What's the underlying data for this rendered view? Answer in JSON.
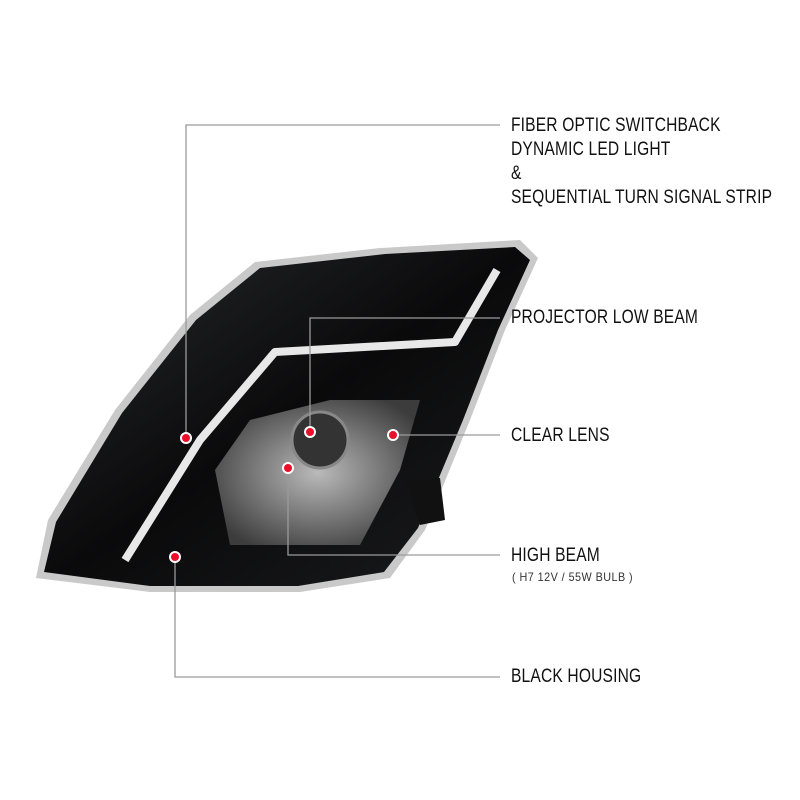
{
  "callouts": {
    "fiber_optic": [
      "FIBER OPTIC SWITCHBACK",
      "DYNAMIC LED LIGHT",
      "&",
      "SEQUENTIAL TURN SIGNAL STRIP"
    ],
    "projector": "PROJECTOR LOW BEAM",
    "clear_lens": "CLEAR LENS",
    "high_beam": "HIGH BEAM",
    "high_beam_spec": "( H7  12V / 55W  BULB )",
    "housing": "BLACK HOUSING"
  },
  "colors": {
    "dot": "#e8102a",
    "line": "#9a9a9a",
    "housing": "#0b0b0c"
  }
}
